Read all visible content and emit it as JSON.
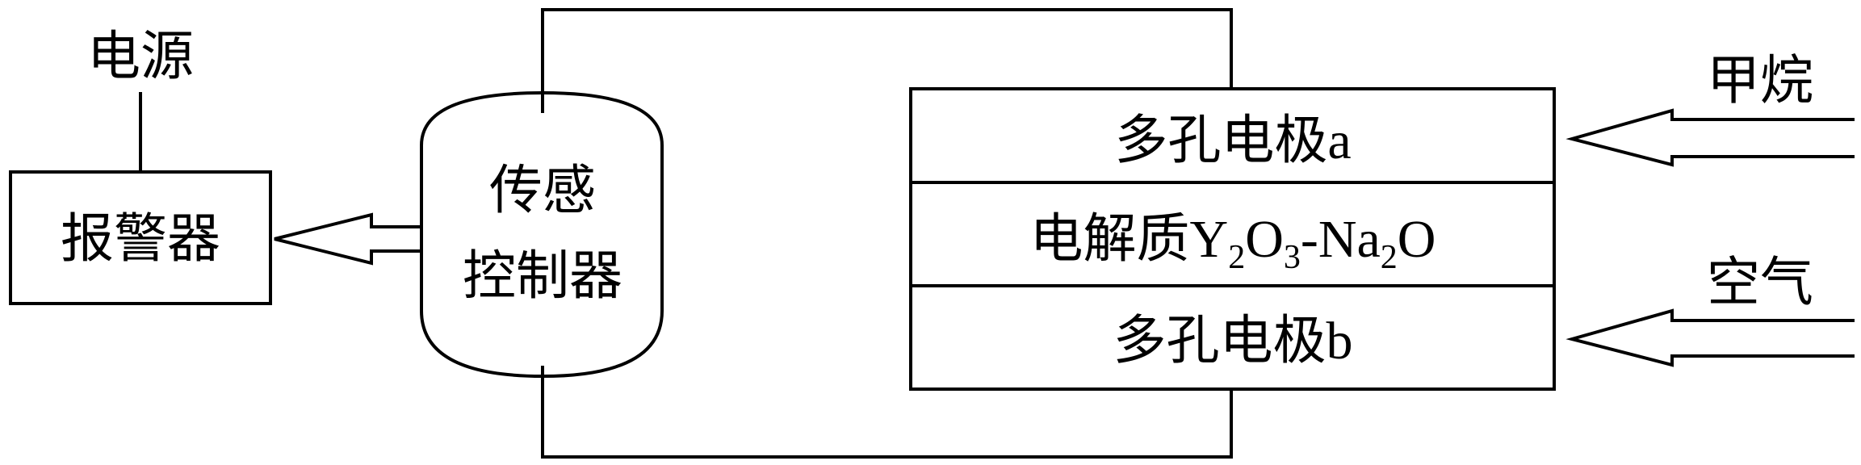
{
  "power_label": "电源",
  "alarm_label": "报警器",
  "sensor_label_line1": "传感",
  "sensor_label_line2": "控制器",
  "electrode_a_label": "多孔电极a",
  "electrolyte_label": {
    "prefix": "电解质Y",
    "sub1": "2",
    "mid1": "O",
    "sub2": "3",
    "mid2": "-Na",
    "sub3": "2",
    "suffix": "O"
  },
  "electrode_b_label": "多孔电极b",
  "methane_label": "甲烷",
  "air_label": "空气"
}
